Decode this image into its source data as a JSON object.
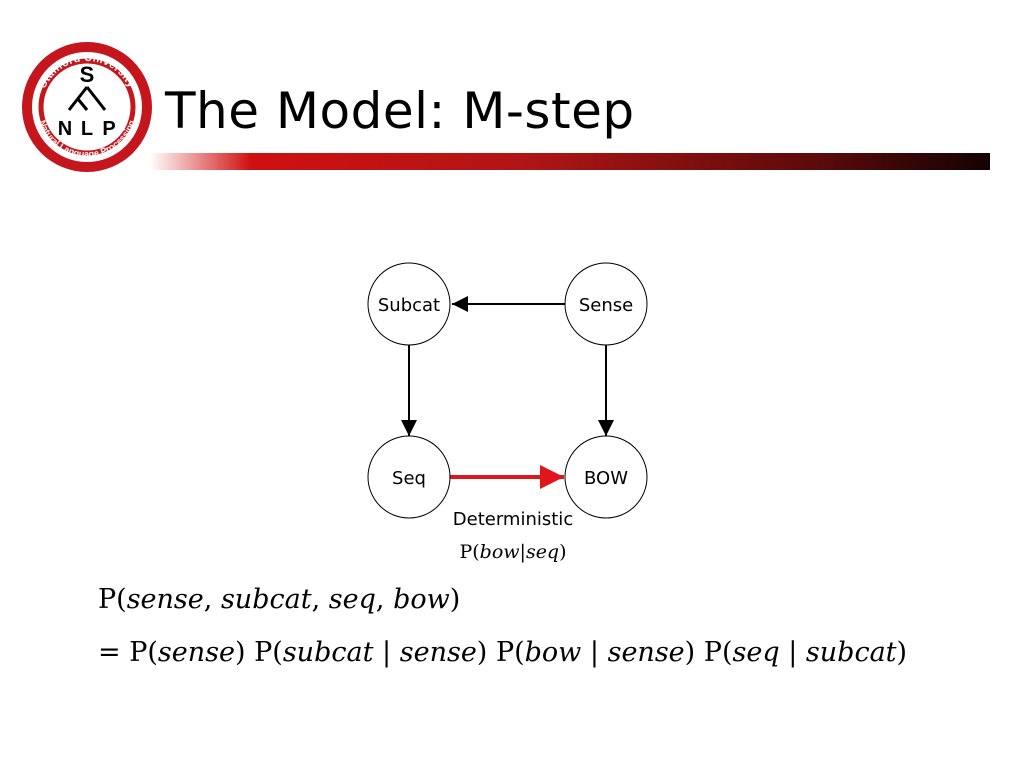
{
  "logo": {
    "top_text": "Stanford University",
    "bottom_text": "Natural Language Processing",
    "tree_root": "S",
    "tree_leaves": [
      "N",
      "L",
      "P"
    ],
    "color": "#c4161c"
  },
  "slide": {
    "title": "The Model: M-step",
    "accent_color": "#c4161c"
  },
  "diagram": {
    "nodes": {
      "subcat": "Subcat",
      "sense": "Sense",
      "seq": "Seq",
      "bow": "BOW"
    },
    "edges": [
      {
        "from": "Sense",
        "to": "Subcat",
        "color": "#000000"
      },
      {
        "from": "Subcat",
        "to": "Seq",
        "color": "#000000"
      },
      {
        "from": "Sense",
        "to": "BOW",
        "color": "#000000"
      },
      {
        "from": "Seq",
        "to": "BOW",
        "color": "#e0161c"
      }
    ],
    "deterministic_label": "Deterministic",
    "det_prob": {
      "p": "P(",
      "a": "bow",
      "bar": "|",
      "b": "seq",
      "close": ")"
    }
  },
  "equations": {
    "line1": {
      "p": "P(",
      "v1": "sense",
      "c1": ",",
      "v2": "subcat",
      "c2": ",",
      "v3": "seq",
      "c3": ",",
      "v4": "bow",
      "close": ")"
    },
    "line2": {
      "eq": "=",
      "t1_p": "P(",
      "t1_a": "sense",
      "t1_close": ")",
      "t2_p": "P(",
      "t2_a": "subcat",
      "t2_bar": "|",
      "t2_b": "sense",
      "t2_close": ")",
      "t3_p": "P(",
      "t3_a": "bow",
      "t3_bar": "|",
      "t3_b": "sense",
      "t3_close": ")",
      "t4_p": "P(",
      "t4_a": "seq",
      "t4_bar": "|",
      "t4_b": "subcat",
      "t4_close": ")"
    }
  }
}
